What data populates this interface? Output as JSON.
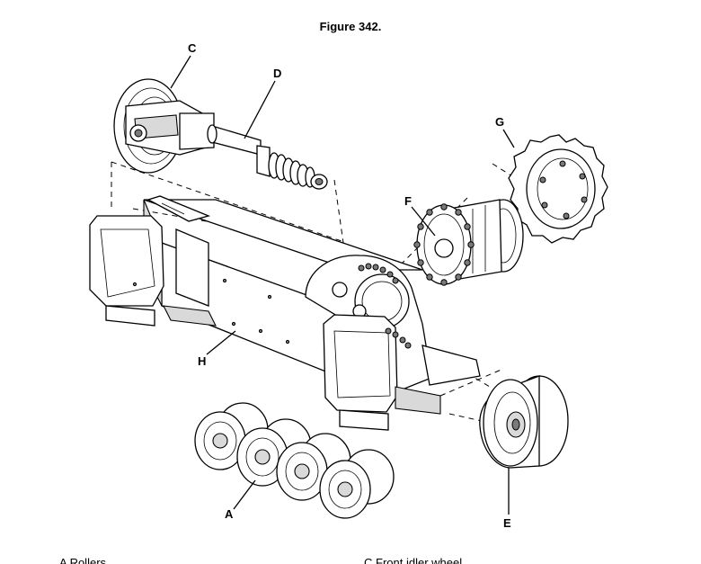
{
  "figure": {
    "title": "Figure 342."
  },
  "labels": {
    "A": "A",
    "C": "C",
    "D": "D",
    "E": "E",
    "F": "F",
    "G": "G",
    "H": "H"
  },
  "legend": {
    "a": "A  Rollers",
    "c": "C  Front idler wheel"
  }
}
